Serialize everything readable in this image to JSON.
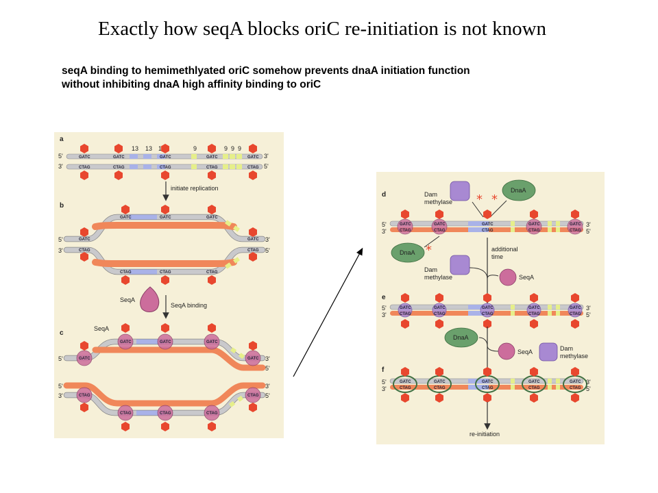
{
  "title": "Exactly how seqA blocks oriC re-initiation is not known",
  "subtitle": [
    "seqA binding to hemimethlyated oriC somehow prevents dnaA initiation function",
    "without inhibiting dnaA high affinity binding to oriC"
  ],
  "left_figure": {
    "panels": [
      "a",
      "b",
      "c"
    ],
    "seq_top": "GATC",
    "seq_bottom": "CTAG",
    "end_5": "5'",
    "end_3": "3'",
    "repeat_numbers": [
      "13",
      "13",
      "13",
      "9",
      "9",
      "9",
      "9"
    ],
    "step1": "initiate replication",
    "step2_protein": "SeqA",
    "step2": "SeqA binding",
    "c_seqa_label": "SeqA"
  },
  "right_figure": {
    "panels": [
      "d",
      "e",
      "f"
    ],
    "seq_top": "GATC",
    "seq_bottom": "CTAG",
    "end_5": "5'",
    "end_3": "3'",
    "dam_line1": "Dam",
    "dam_line2": "methylase",
    "dnaa": "DnaA",
    "seqa": "SeqA",
    "step1_line1": "additional",
    "step1_line2": "time",
    "final": "re-initiation"
  },
  "colors": {
    "background": "#f6f0d8",
    "parental_strand": "#c9c9cc",
    "new_strand": "#f0875a",
    "repeat_13": "#a9b2e8",
    "repeat_9": "#e6ef8a",
    "methyl_marker": "#e8472e",
    "seqa": "#cc6d9c",
    "dnaa": "#6aa06c",
    "dam": "#a889d2"
  }
}
